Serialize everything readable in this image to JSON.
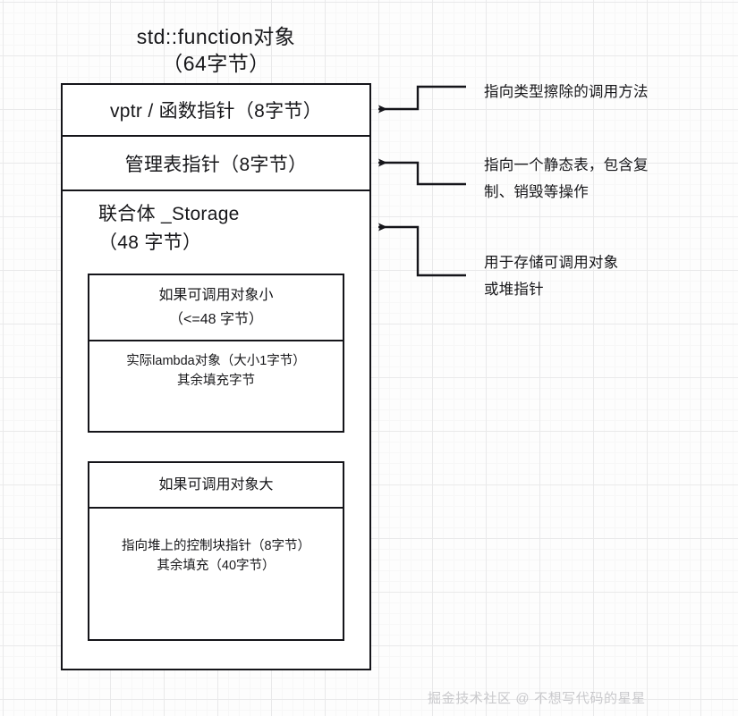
{
  "diagram": {
    "title": "std::function对象\n（64字节）",
    "struct": {
      "rows": [
        {
          "label": "vptr / 函数指针（8字节）"
        },
        {
          "label": "管理表指针（8字节）"
        }
      ],
      "storage": {
        "label": "联合体 _Storage\n（48 字节）",
        "inner_boxes": [
          {
            "head": "如果可调用对象小\n（<=48 字节）",
            "body": "实际lambda对象（大小1字节）\n其余填充字节"
          },
          {
            "head": "如果可调用对象大",
            "body": "指向堆上的控制块指针（8字节）\n其余填充（40字节）"
          }
        ]
      }
    },
    "annotations": [
      {
        "text": "指向类型擦除的调用方法"
      },
      {
        "text": "指向一个静态表，包含复\n制、销毁等操作"
      },
      {
        "text": "用于存储可调用对象\n或堆指针"
      }
    ],
    "watermark": "掘金技术社区 @ 不想写代码的星星",
    "colors": {
      "stroke": "#15151a",
      "text": "#17171a",
      "background": "#fdfdfd",
      "grid_major": "#e9e9ea",
      "grid_minor": "#f7f7f7",
      "watermark": "#c9c9cc"
    }
  }
}
